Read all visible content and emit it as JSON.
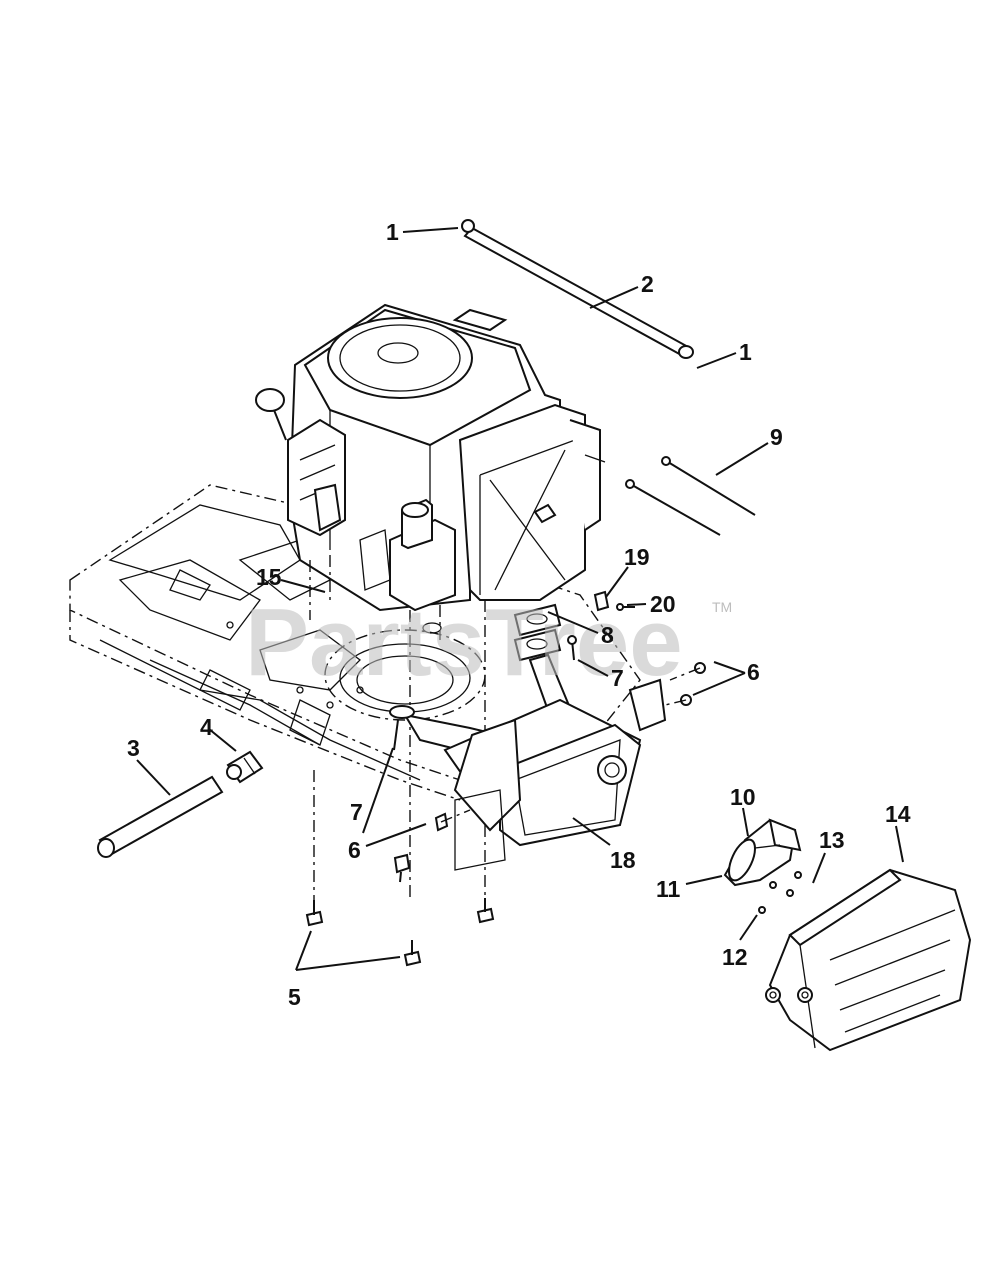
{
  "watermark": {
    "text": "PartsTree",
    "tm": "TM"
  },
  "callouts": [
    {
      "id": "c1a",
      "label": "1"
    },
    {
      "id": "c2",
      "label": "2"
    },
    {
      "id": "c1b",
      "label": "1"
    },
    {
      "id": "c9",
      "label": "9"
    },
    {
      "id": "c19",
      "label": "19"
    },
    {
      "id": "c20",
      "label": "20"
    },
    {
      "id": "c15",
      "label": "15"
    },
    {
      "id": "c8",
      "label": "8"
    },
    {
      "id": "c7a",
      "label": "7"
    },
    {
      "id": "c6a",
      "label": "6"
    },
    {
      "id": "c4",
      "label": "4"
    },
    {
      "id": "c3",
      "label": "3"
    },
    {
      "id": "c7b",
      "label": "7"
    },
    {
      "id": "c6b",
      "label": "6"
    },
    {
      "id": "c18",
      "label": "18"
    },
    {
      "id": "c10",
      "label": "10"
    },
    {
      "id": "c13",
      "label": "13"
    },
    {
      "id": "c14",
      "label": "14"
    },
    {
      "id": "c11",
      "label": "11"
    },
    {
      "id": "c12",
      "label": "12"
    },
    {
      "id": "c5",
      "label": "5"
    }
  ]
}
